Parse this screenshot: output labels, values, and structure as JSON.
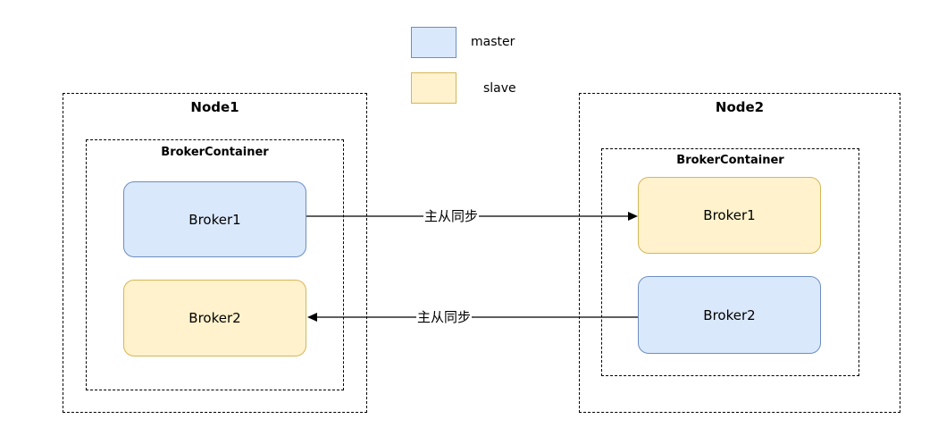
{
  "colors": {
    "master_fill": "#dae8fc",
    "master_stroke": "#6c8ebf",
    "slave_fill": "#fff2cc",
    "slave_stroke": "#d6b656",
    "line": "#000000"
  },
  "legend": {
    "master_label": "master",
    "slave_label": "slave"
  },
  "nodes": [
    {
      "title": "Node1",
      "container_title": "BrokerContainer",
      "brokers": [
        {
          "label": "Broker1",
          "role": "master"
        },
        {
          "label": "Broker2",
          "role": "slave"
        }
      ]
    },
    {
      "title": "Node2",
      "container_title": "BrokerContainer",
      "brokers": [
        {
          "label": "Broker1",
          "role": "slave"
        },
        {
          "label": "Broker2",
          "role": "master"
        }
      ]
    }
  ],
  "links": [
    {
      "label": "主从同步",
      "from": "Node1 Broker1",
      "to": "Node2 Broker1"
    },
    {
      "label": "主从同步",
      "from": "Node2 Broker2",
      "to": "Node1 Broker2"
    }
  ]
}
